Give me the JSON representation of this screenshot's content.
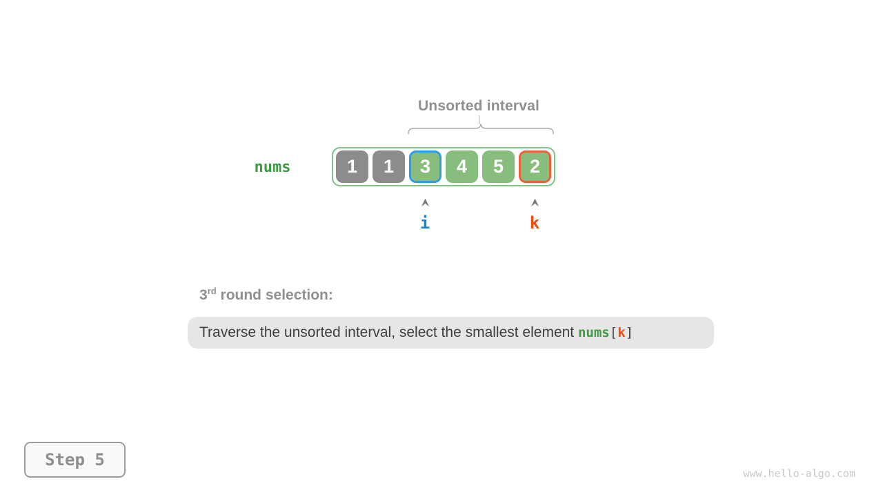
{
  "interval": {
    "title": "Unsorted interval"
  },
  "array": {
    "label": "nums",
    "cells": [
      {
        "value": "1",
        "state": "sorted"
      },
      {
        "value": "1",
        "state": "sorted"
      },
      {
        "value": "3",
        "state": "unsorted",
        "highlight": "i"
      },
      {
        "value": "4",
        "state": "unsorted"
      },
      {
        "value": "5",
        "state": "unsorted"
      },
      {
        "value": "2",
        "state": "unsorted",
        "highlight": "k"
      }
    ]
  },
  "pointers": {
    "i": {
      "label": "i",
      "color": "#1787d3"
    },
    "k": {
      "label": "k",
      "color": "#f04c10"
    }
  },
  "round": {
    "number": "3",
    "ordinal": "rd",
    "text": " round selection:"
  },
  "description": {
    "text": "Traverse the unsorted interval, select the smallest element ",
    "code_name": "nums",
    "bracket_open": "[",
    "code_index": "k",
    "bracket_close": "]"
  },
  "step_badge": "Step 5",
  "watermark": "www.hello-algo.com",
  "colors": {
    "sorted-gray": "#8c8c8c",
    "unsorted-green": "#88bd7e",
    "container-green": "#7cc47f",
    "highlight-blue": "#2d9ceb",
    "highlight-orange": "#ef6038",
    "pointer-blue": "#1787d3",
    "pointer-orange": "#f04c10",
    "code-green": "#3e9b43",
    "heading-gray": "#8f8f8f",
    "text-dark": "#3f3f3f",
    "box-gray": "#e6e6e6",
    "badge-gray": "#8e8e8e",
    "watermark-gray": "#c9c9c9",
    "brace-gray": "#a9a9a9",
    "arrow-gray": "#7d7d7d"
  }
}
